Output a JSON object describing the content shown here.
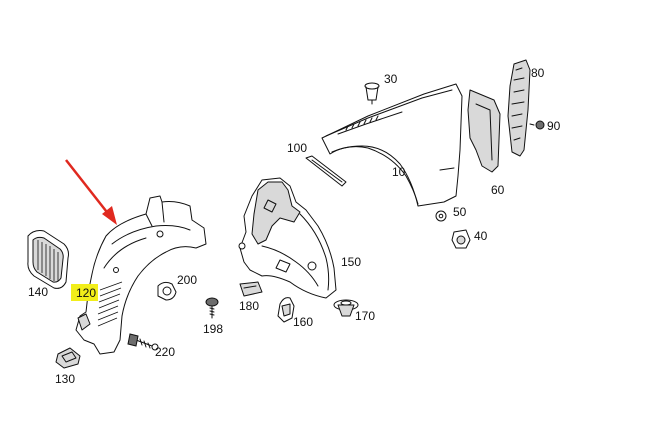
{
  "diagram": {
    "callouts": [
      {
        "id": "c10",
        "text": "10"
      },
      {
        "id": "c30",
        "text": "30"
      },
      {
        "id": "c40",
        "text": "40"
      },
      {
        "id": "c50",
        "text": "50"
      },
      {
        "id": "c60",
        "text": "60"
      },
      {
        "id": "c80",
        "text": "80"
      },
      {
        "id": "c90",
        "text": "90"
      },
      {
        "id": "c100",
        "text": "100"
      },
      {
        "id": "c120",
        "text": "120",
        "highlighted": true
      },
      {
        "id": "c130",
        "text": "130"
      },
      {
        "id": "c140",
        "text": "140"
      },
      {
        "id": "c150",
        "text": "150"
      },
      {
        "id": "c160",
        "text": "160"
      },
      {
        "id": "c170",
        "text": "170"
      },
      {
        "id": "c180",
        "text": "180"
      },
      {
        "id": "c198",
        "text": "198"
      },
      {
        "id": "c200",
        "text": "200"
      },
      {
        "id": "c220",
        "text": "220"
      }
    ],
    "highlight_color": "#f2ee1a",
    "arrow_color": "#e0291f",
    "line_color": "#111111"
  }
}
